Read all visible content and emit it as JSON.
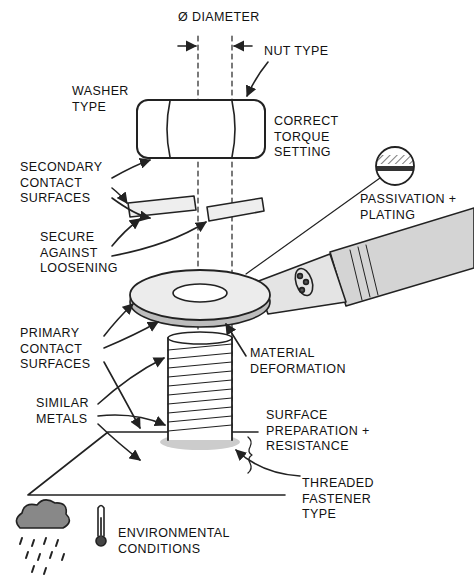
{
  "diagram": {
    "labels": [
      "Ø DIAMETER",
      "NUT TYPE",
      "WASHER TYPE",
      "CORRECT TORQUE SETTING",
      "SECONDARY CONTACT SURFACES",
      "PASSIVATION + PLATING",
      "SECURE AGAINST LOOSENING",
      "PRIMARY CONTACT SURFACES",
      "MATERIAL DEFORMATION",
      "SIMILAR METALS",
      "SURFACE PREPARATION + RESISTANCE",
      "THREADED FASTENER TYPE",
      "ENVIRONMENTAL CONDITIONS"
    ]
  }
}
